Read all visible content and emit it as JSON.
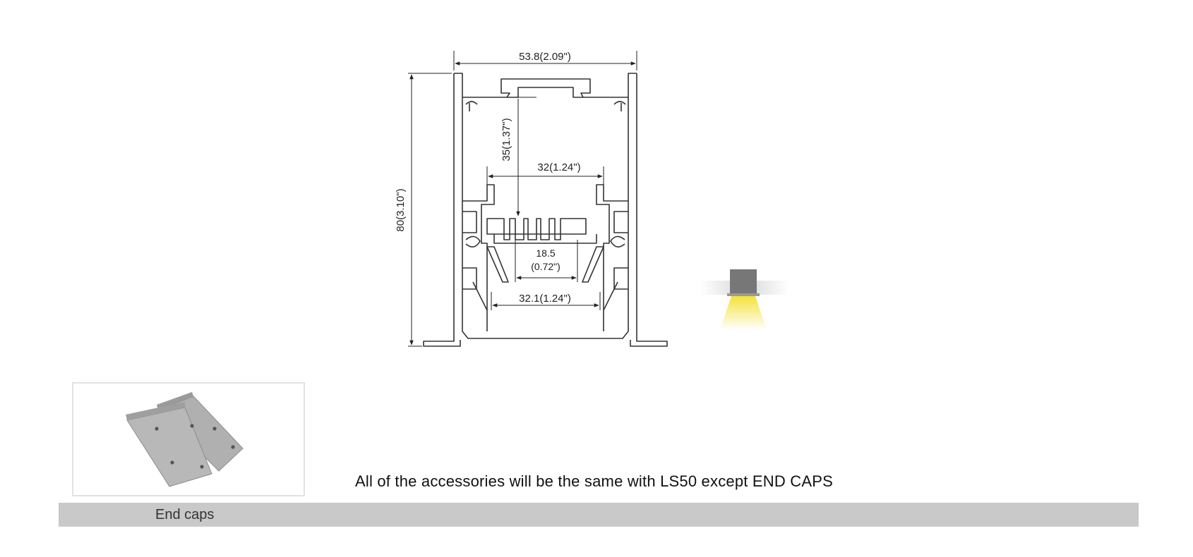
{
  "drawing": {
    "width_label": "53.8(2.09\")",
    "height_label": "80(3.10\")",
    "depth_label": "35(1.37\")",
    "inner_top_width_label": "32(1.24\")",
    "led_width_label_line1": "18.5",
    "led_width_label_line2": "(0.72\")",
    "opening_width_label": "32.1(1.24\")"
  },
  "accessories": {
    "note": "All of the accessories will be the same with LS50 except END CAPS",
    "endcap_caption": "End caps"
  },
  "colors": {
    "profile_line": "#333333",
    "caption_bar": "#c9c9c9",
    "light_beam": "#f3e23a",
    "endcap_metal": "#a9a9a9"
  }
}
